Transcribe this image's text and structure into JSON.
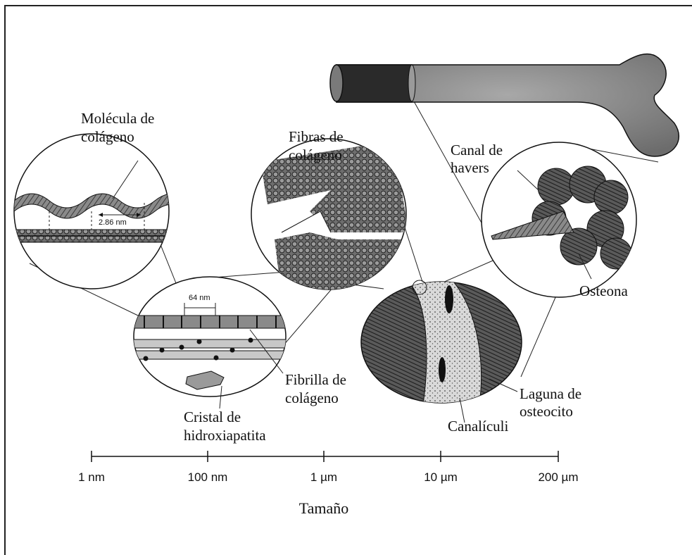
{
  "labels": {
    "molecula": [
      "Molécula de",
      "colágeno"
    ],
    "fibras": [
      "Fibras de",
      "colágeno"
    ],
    "canal": [
      "Canal de",
      "havers"
    ],
    "osteona": "Osteona",
    "fibrilla": [
      "Fibrilla de",
      "colágeno"
    ],
    "cristal": [
      "Cristal de",
      "hidroxiapatita"
    ],
    "laguna": [
      "Laguna de",
      "osteocito"
    ],
    "canaliculi": "Canalículi"
  },
  "measurements": {
    "helix_period": "2.86 nm",
    "fibril_period": "64 nm"
  },
  "scale": {
    "ticks": [
      "1 nm",
      "100 nm",
      "1 µm",
      "10 µm",
      "200 µm"
    ],
    "title": "Tamaño"
  }
}
